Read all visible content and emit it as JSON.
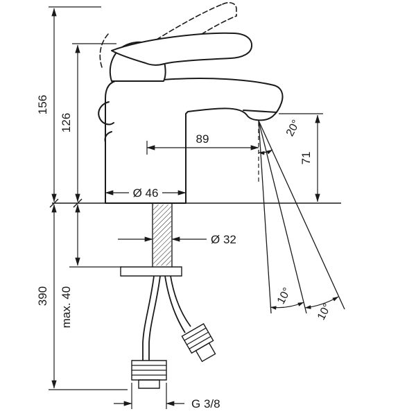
{
  "page": {
    "background": "#ffffff",
    "line_color": "#1a1a1a"
  },
  "drawing": {
    "labels": {
      "total_height": "156",
      "body_height": "126",
      "install_length": "390",
      "max_deck_thickness": "max. 40",
      "spout_reach": "89",
      "base_diameter": "Ø 46",
      "outlet_height": "71",
      "stream_angle": "20°",
      "hole_diameter": "Ø 32",
      "spread_angle_upper": "10°",
      "spread_angle_lower": "10°",
      "connection_thread": "G 3/8"
    }
  }
}
